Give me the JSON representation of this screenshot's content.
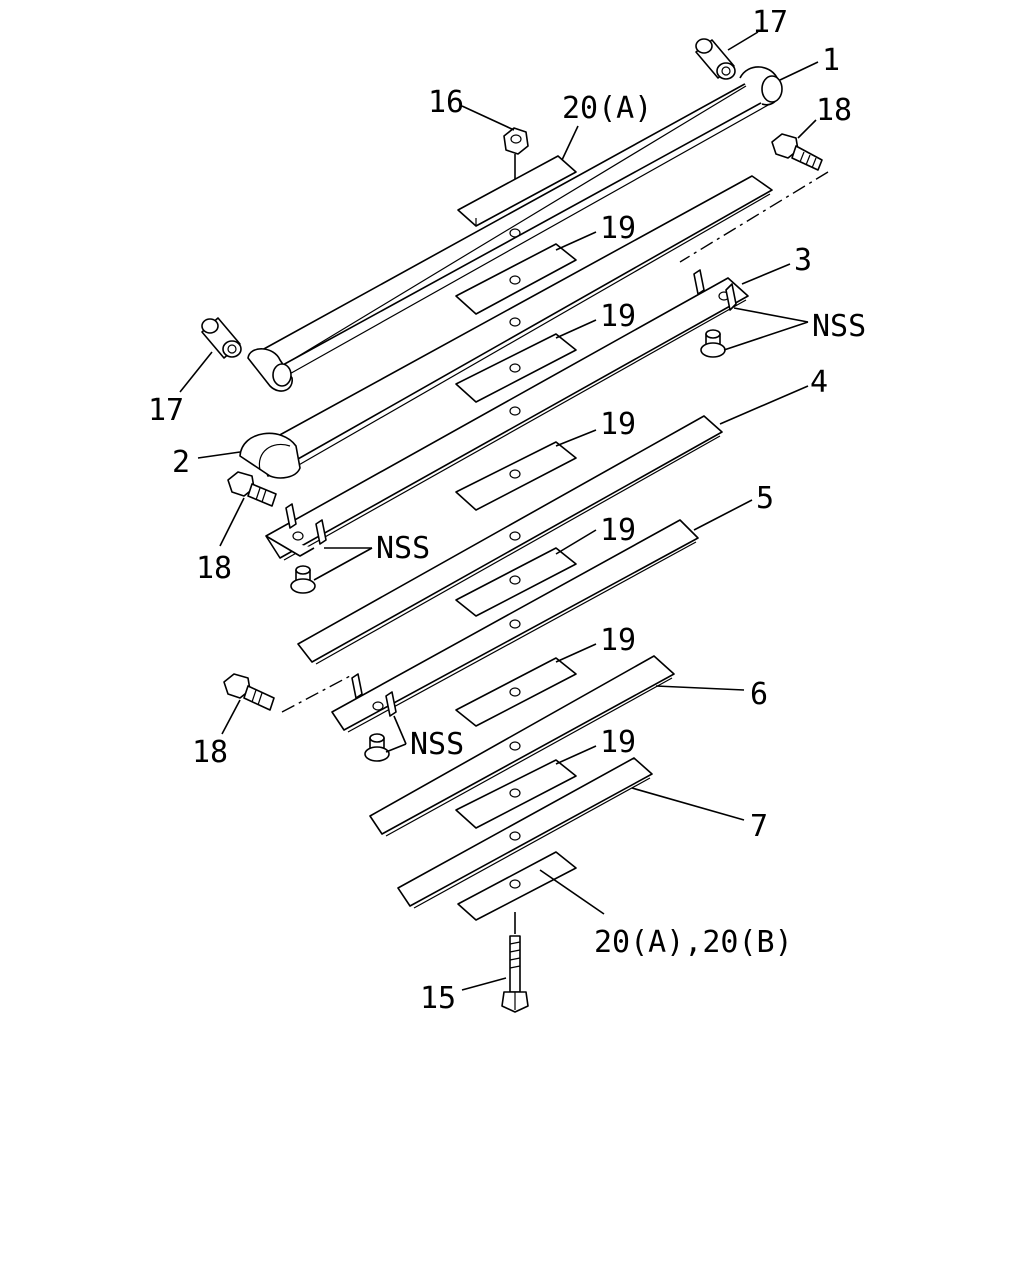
{
  "diagram": {
    "labels": {
      "l1": "1",
      "l2": "2",
      "l3": "3",
      "l4": "4",
      "l5": "5",
      "l6": "6",
      "l7": "7",
      "l15": "15",
      "l16": "16",
      "l17a": "17",
      "l17b": "17",
      "l18a": "18",
      "l18b": "18",
      "l18c": "18",
      "l19a": "19",
      "l19b": "19",
      "l19c": "19",
      "l19d": "19",
      "l19e": "19",
      "l19f": "19",
      "l20top": "20(A)",
      "l20bot": "20(A),20(B)",
      "nssA": "NSS",
      "nssB": "NSS",
      "nssC": "NSS"
    }
  }
}
